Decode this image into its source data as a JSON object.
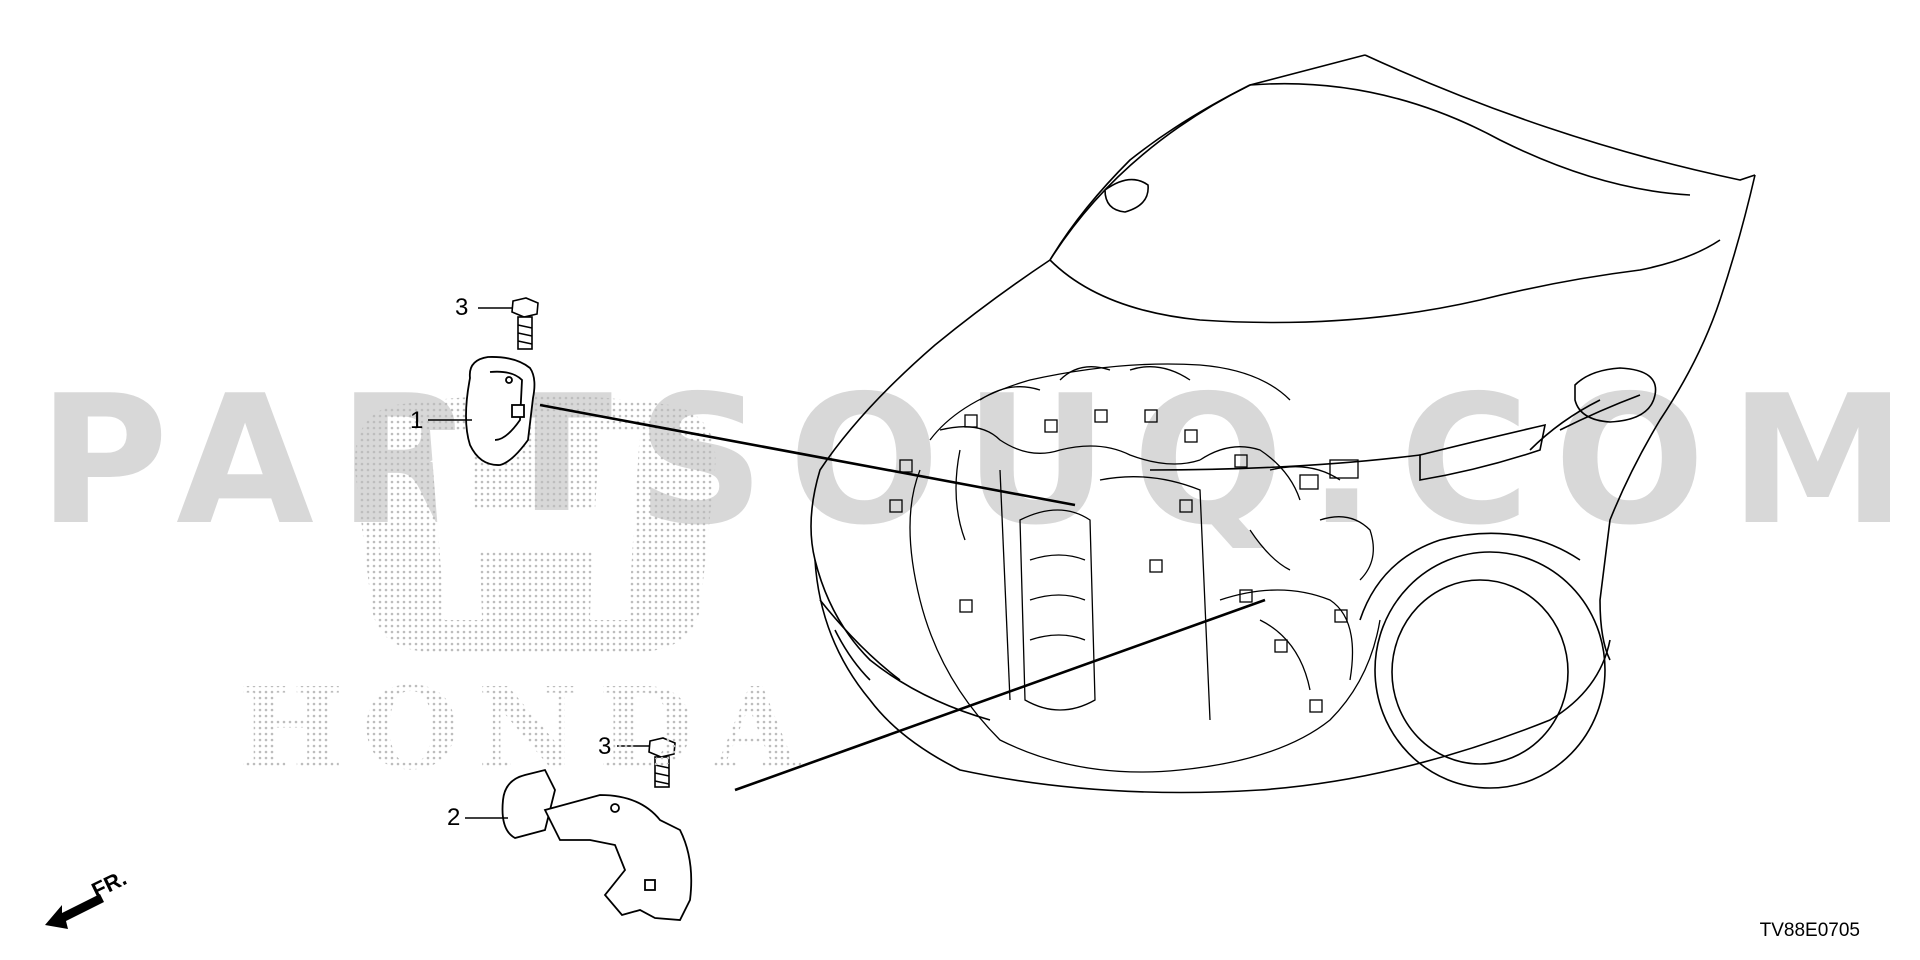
{
  "watermark": {
    "site_text": "PARTSOUQ.COM",
    "brand_text": "HONDA"
  },
  "callouts": [
    {
      "number": "1",
      "part": "harness-clamp-bracket"
    },
    {
      "number": "2",
      "part": "harness-stay-bracket"
    },
    {
      "number": "3",
      "part": "flange-bolt"
    },
    {
      "number": "3",
      "part": "flange-bolt"
    }
  ],
  "direction_indicator": {
    "label": "FR."
  },
  "diagram_code": "TV88E0705",
  "colors": {
    "line": "#000000",
    "watermark": "#d2d2d2",
    "background": "#ffffff"
  }
}
